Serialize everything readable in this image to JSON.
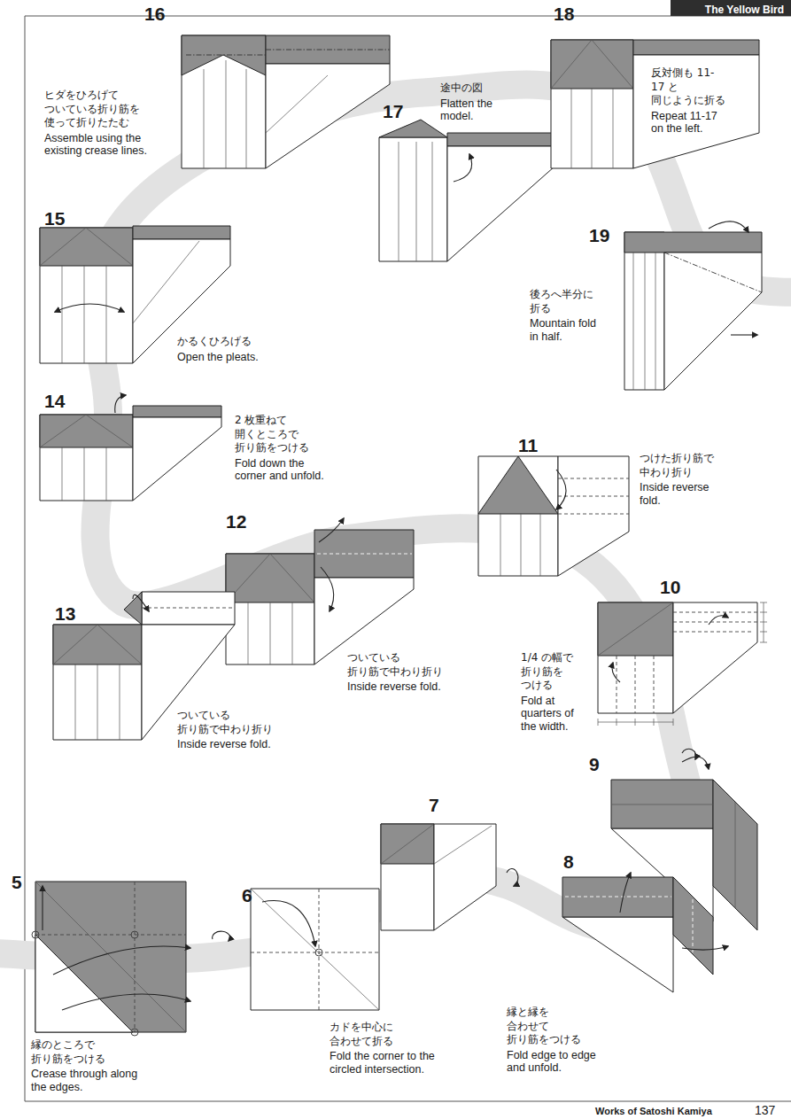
{
  "diagram": {
    "nodes": [
      {
        "text": [
          "The Yellow Bird"
        ]
      }
    ],
    "labels": [
      "16",
      "ヒダをひろげて ついている折り筋を 使って折りたたむ",
      "Assemble using the existing crease lines.",
      "17",
      "途中の図",
      "Flatten the model.",
      "18",
      "反対側も 11-17 と 同じように折る",
      "Repeat 11-17 on the left.",
      "15",
      "かるくひろげる",
      "Open the pleats.",
      "19",
      "後ろへ半分に 折る",
      "Mountain fold in half.",
      "14",
      "2 枚重ねて 開くところで 折り筋をつける",
      "Fold down the corner and unfold.",
      "11",
      "つけた折り筋で 中わり折り",
      "Inside reverse fold.",
      "12",
      "10",
      "ついている 折り筋で中わり折り",
      "Inside reverse fold.",
      "1/4 の幅で 折り筋を つける",
      "Fold at quarters of the width.",
      "13",
      "ついている 折り筋で中わり折り",
      "Inside reverse fold.",
      "9",
      "7",
      "5",
      "6",
      "8",
      "縁のところで 折り筋をつける",
      "Crease through along the edges.",
      "カドを中心に 合わせて折る",
      "Fold the corner to the circled intersection.",
      "縁と縁を 合わせて 折り筋をつける",
      "Fold edge to edge and unfold.",
      "Works of Satoshi Kamiya",
      "137"
    ]
  }
}
